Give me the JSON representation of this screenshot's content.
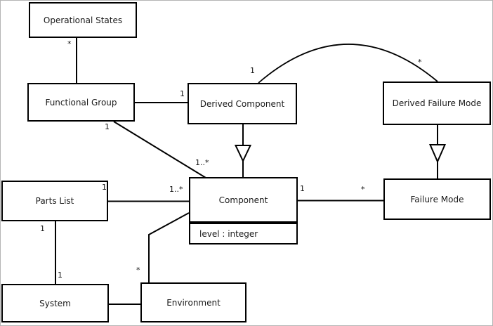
{
  "diagram": {
    "type": "uml-class-diagram",
    "colors": {
      "background": "#ffffff",
      "line": "#000000",
      "box_fill": "#ffffff",
      "text": "#1a1a1a",
      "frame_border": "#b4b4b4"
    },
    "nodes": {
      "operational_states": {
        "label": "Operational States"
      },
      "functional_group": {
        "label": "Functional Group"
      },
      "derived_component": {
        "label": "Derived Component"
      },
      "derived_failure_mode": {
        "label": "Derived Failure Mode"
      },
      "parts_list": {
        "label": "Parts List"
      },
      "component": {
        "label": "Component",
        "attribute": "level : integer"
      },
      "failure_mode": {
        "label": "Failure Mode"
      },
      "system": {
        "label": "System"
      },
      "environment": {
        "label": "Environment"
      }
    },
    "multiplicities": {
      "operational_states_end": "*",
      "functional_group_to_derived_component": "1",
      "functional_group_diagonal_source": "1",
      "functional_group_diagonal_target": "1..*",
      "parts_list_corner": "1",
      "parts_list_to_component": "1..*",
      "component_to_failure_mode_source": "1",
      "component_to_failure_mode_target": "*",
      "parts_list_bottom": "1",
      "system_top": "1",
      "environment_top": "*",
      "arc_derived_component_end": "1",
      "arc_derived_failure_mode_end": "*"
    },
    "relations": [
      "Operational States — Functional Group",
      "Functional Group — Derived Component",
      "Functional Group — Component",
      "Parts List — Component",
      "Component — Failure Mode",
      "Parts List — System",
      "System — Environment",
      "Environment — Component",
      "Derived Component ▷ Component (generalization)",
      "Derived Failure Mode ▷ Failure Mode (generalization)",
      "Derived Component — Derived Failure Mode (arc)"
    ]
  }
}
